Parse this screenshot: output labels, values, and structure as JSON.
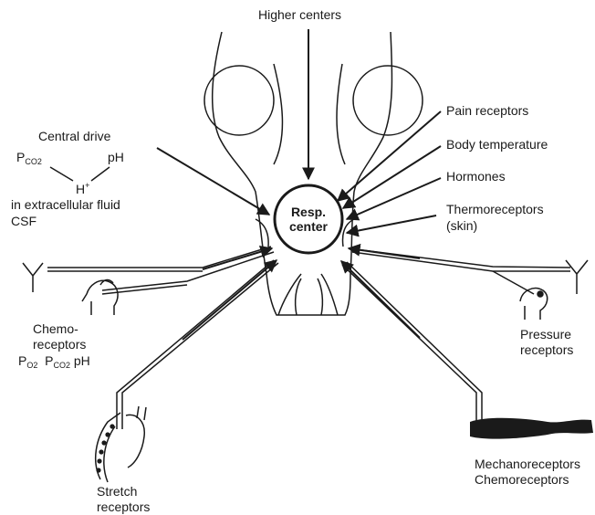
{
  "diagram": {
    "center": {
      "line1": "Resp.",
      "line2": "center"
    },
    "higher_centers": "Higher centers",
    "right_inputs": {
      "pain": "Pain receptors",
      "body_temp": "Body temperature",
      "hormones": "Hormones",
      "thermo_line1": "Thermoreceptors",
      "thermo_line2": "(skin)"
    },
    "central_drive": {
      "title": "Central drive",
      "pco2_base": "P",
      "pco2_sub": "CO2",
      "ph": "pH",
      "h_base": "H",
      "h_sup": "+",
      "line3": "in extracellular fluid",
      "line4": "CSF"
    },
    "chemoreceptors": {
      "line1": "Chemo-",
      "line2": "receptors",
      "po2_base": "P",
      "po2_sub": "O2",
      "pco2_base": "P",
      "pco2_sub": "CO2",
      "ph": "pH"
    },
    "pressure": {
      "line1": "Pressure",
      "line2": "receptors"
    },
    "stretch": {
      "line1": "Stretch",
      "line2": "receptors"
    },
    "mechano": {
      "line1": "Mechanoreceptors",
      "line2": "Chemoreceptors"
    }
  }
}
